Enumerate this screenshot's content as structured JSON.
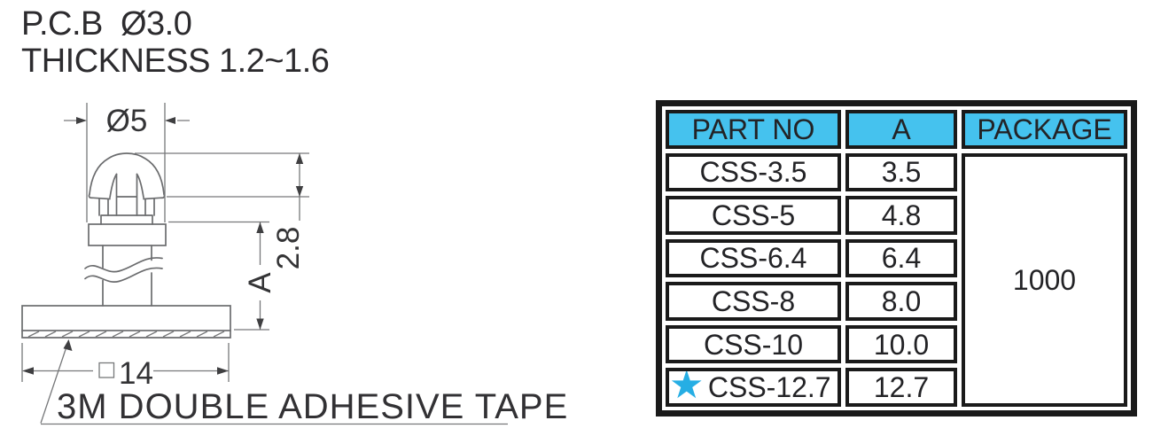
{
  "annotations": {
    "pcb_note_line1": "P.C.B  Ø3.0",
    "pcb_note_line2": "THICKNESS 1.2~1.6",
    "tape_note": "3M DOUBLE ADHESIVE TAPE"
  },
  "dimensions": {
    "head_diameter": "Ø5",
    "snap_height": "2.8",
    "body_height": "A",
    "base_size_symbol": "□",
    "base_size_value": "14"
  },
  "table": {
    "headers": [
      "PART NO",
      "A",
      "PACKAGE"
    ],
    "rows": [
      {
        "part_no": "CSS-3.5",
        "a": "3.5",
        "starred": false
      },
      {
        "part_no": "CSS-5",
        "a": "4.8",
        "starred": false
      },
      {
        "part_no": "CSS-6.4",
        "a": "6.4",
        "starred": false
      },
      {
        "part_no": "CSS-8",
        "a": "8.0",
        "starred": false
      },
      {
        "part_no": "CSS-10",
        "a": "10.0",
        "starred": false
      },
      {
        "part_no": "CSS-12.7",
        "a": "12.7",
        "starred": true
      }
    ],
    "package_value": "1000",
    "star_symbol": "★"
  },
  "colors": {
    "header_bg": "#45c2ee",
    "star": "#26aee4",
    "table_border": "#1a1a1a",
    "drawing_line": "#6b6c6e",
    "text": "#2c2b2e"
  }
}
